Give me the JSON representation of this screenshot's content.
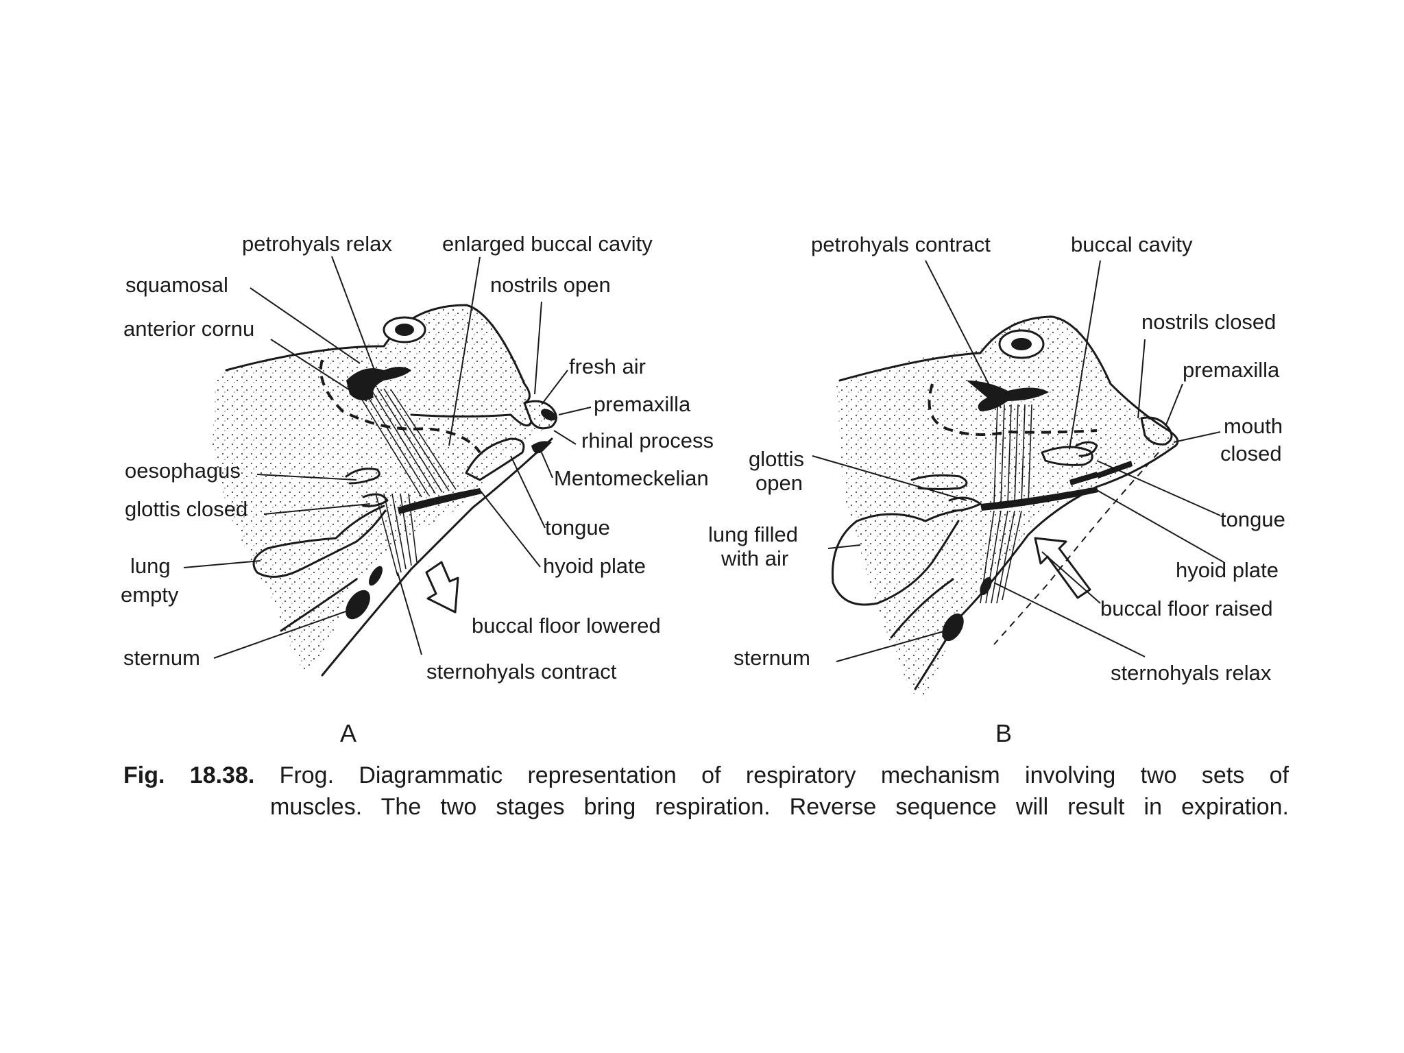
{
  "panels": [
    {
      "letter": "A",
      "labels": {
        "petrohyals": "petrohyals relax",
        "enlarged_buccal_cavity": "enlarged buccal cavity",
        "squamosal": "squamosal",
        "nostrils": "nostrils open",
        "anterior_cornu": "anterior cornu",
        "fresh_air": "fresh air",
        "premaxilla": "premaxilla",
        "rhinal_process": "rhinal process",
        "oesophagus": "oesophagus",
        "mentomeckelian": "Mentomeckelian",
        "glottis": "glottis closed",
        "tongue": "tongue",
        "lung_line1": "lung",
        "lung_line2": "empty",
        "hyoid_plate": "hyoid plate",
        "buccal_floor": "buccal floor lowered",
        "sternum": "sternum",
        "sternohyals": "sternohyals contract"
      }
    },
    {
      "letter": "B",
      "labels": {
        "petrohyals": "petrohyals contract",
        "buccal_cavity": "buccal cavity",
        "nostrils": "nostrils closed",
        "premaxilla": "premaxilla",
        "mouth_line1": "mouth",
        "mouth_line2": "closed",
        "glottis_line1": "glottis",
        "glottis_line2": "open",
        "tongue": "tongue",
        "lung_line1": "lung filled",
        "lung_line2": "with air",
        "hyoid_plate": "hyoid plate",
        "buccal_floor": "buccal floor raised",
        "sternum": "sternum",
        "sternohyals": "sternohyals relax"
      }
    }
  ],
  "caption": {
    "fig_number": "Fig. 18.38.",
    "line1": "Frog. Diagrammatic representation of respiratory mechanism involving two sets of",
    "line2": "muscles. The two stages bring respiration. Reverse sequence will result in expiration."
  }
}
